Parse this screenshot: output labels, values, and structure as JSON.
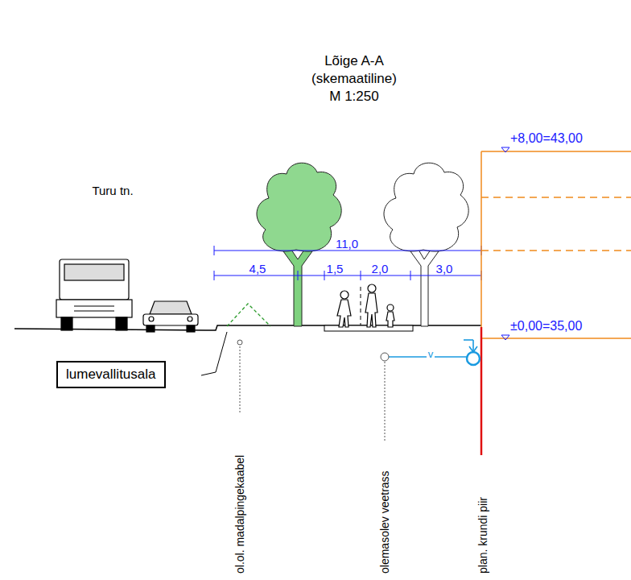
{
  "diagram": {
    "title": "Lõige A-A",
    "nodes": [
      {
        "text": [
          "lumevallitusala"
        ]
      }
    ],
    "labels": [
      "(skemaatiline)",
      "M 1:250",
      "Turu tn.",
      "11,0",
      "4,5",
      "1,5",
      "2,0",
      "3,0",
      "+8,00=43,00",
      "±0,00=35,00",
      "v",
      "ol.ol. madalpingekaabel",
      "olemasolev veetrass",
      "plan. krundi piir"
    ]
  }
}
